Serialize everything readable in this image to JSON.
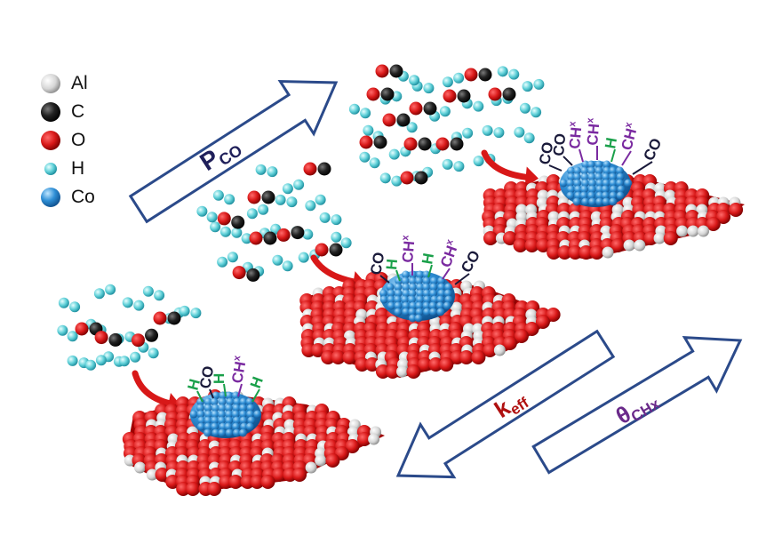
{
  "legend": [
    {
      "label": "Al",
      "color": "#c8c8c8",
      "kind": "sphere"
    },
    {
      "label": "C",
      "color": "#1a1a1a",
      "kind": "sphere"
    },
    {
      "label": "O",
      "color": "#d41414",
      "kind": "sphere"
    },
    {
      "label": "H",
      "color": "#5fd0d8",
      "kind": "small"
    },
    {
      "label": "Co",
      "color": "#2f8fd6",
      "kind": "sphere"
    }
  ],
  "arrows": {
    "pco": {
      "main": "P",
      "sub": "CO",
      "color": "#1f1f5a"
    },
    "keff": {
      "main": "k",
      "sub": "eff",
      "color": "#b01010"
    },
    "theta": {
      "main": "θ",
      "sub": "CHx",
      "color": "#6a2a8a"
    }
  },
  "adsorbates": {
    "co": "CO",
    "h": "H",
    "chx_main": "CH",
    "chx_sub": "x"
  },
  "colors": {
    "arrow_outline": "#2b4a8a",
    "surface_red": "#d81818",
    "surface_white": "#d8d8d8",
    "cobalt": "#2f8fd6",
    "co_label": "#1a1a3a",
    "h_label": "#1aa04a",
    "chx_label": "#7a2aa0",
    "curved_arrow": "#d81818"
  }
}
